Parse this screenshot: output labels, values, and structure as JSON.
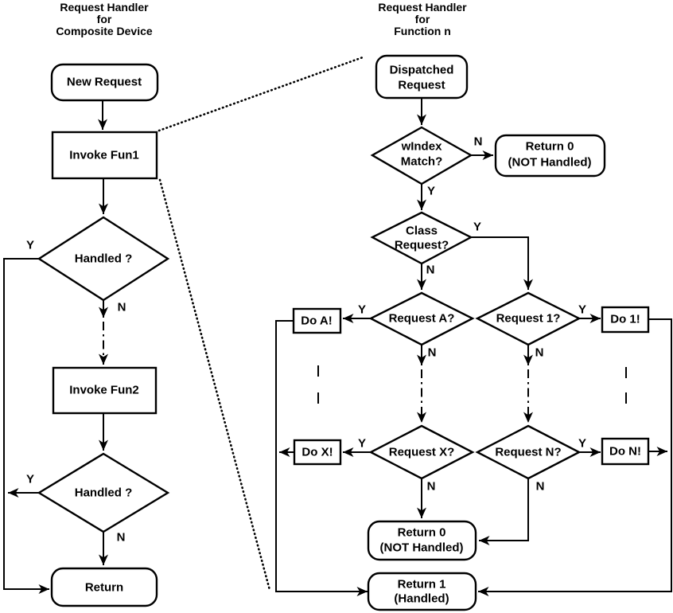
{
  "colors": {
    "ink": "#000000",
    "background": "#ffffff"
  },
  "left_chart": {
    "title": {
      "line1": "Request Handler",
      "line2": "for",
      "line3": "Composite Device"
    },
    "nodes": {
      "new_request": {
        "label": "New Request"
      },
      "invoke_fun1": {
        "label": "Invoke Fun1"
      },
      "handled_1": {
        "label": "Handled ?",
        "yes": "Y",
        "no": "N"
      },
      "invoke_fun2": {
        "label": "Invoke Fun2"
      },
      "handled_2": {
        "label": "Handled ?",
        "yes": "Y",
        "no": "N"
      },
      "return": {
        "label": "Return"
      }
    }
  },
  "right_chart": {
    "title": {
      "line1": "Request Handler",
      "line2": "for",
      "line3": "Function n"
    },
    "nodes": {
      "dispatched_request": {
        "line1": "Dispatched",
        "line2": "Request"
      },
      "windex_match": {
        "line1": "wIndex",
        "line2": "Match?",
        "yes": "Y",
        "no": "N"
      },
      "return_0_top": {
        "line1": "Return 0",
        "line2": "(NOT Handled)"
      },
      "class_request": {
        "line1": "Class",
        "line2": "Request?",
        "yes": "Y",
        "no": "N"
      },
      "request_a": {
        "label": "Request A?",
        "yes": "Y",
        "no": "N"
      },
      "request_1": {
        "label": "Request 1?",
        "yes": "Y",
        "no": "N"
      },
      "do_a": {
        "label": "Do A!"
      },
      "do_1": {
        "label": "Do 1!"
      },
      "request_x": {
        "label": "Request X?",
        "yes": "Y",
        "no": "N"
      },
      "request_n": {
        "label": "Request N?",
        "yes": "Y",
        "no": "N"
      },
      "do_x": {
        "label": "Do X!"
      },
      "do_n": {
        "label": "Do N!"
      },
      "return_0_bottom": {
        "line1": "Return 0",
        "line2": "(NOT Handled)"
      },
      "return_1": {
        "line1": "Return 1",
        "line2": "(Handled)"
      }
    }
  }
}
